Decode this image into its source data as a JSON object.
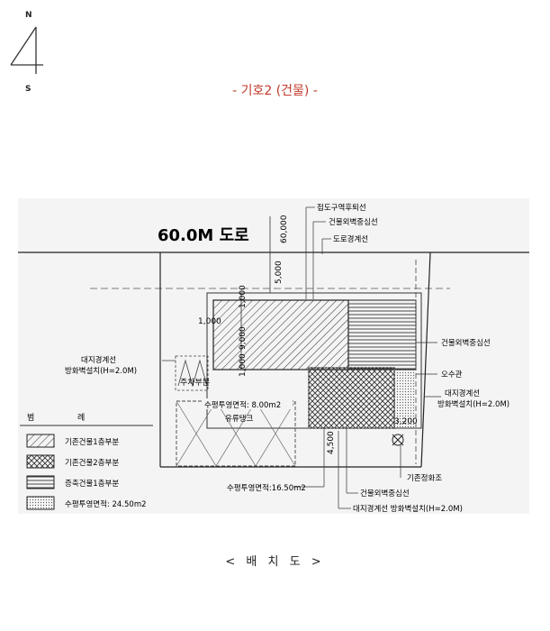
{
  "compass": {
    "north": "N",
    "south": "S"
  },
  "title": "- 기호2 (건물) -",
  "road": {
    "label": "60.0M 도로"
  },
  "dimensions": {
    "road_width": "60,000",
    "setback": "5,000",
    "top_gap": "1,000",
    "left_gap": "1,000",
    "building_depth": "9,000",
    "bottom_gap": "1,000",
    "right_span": "3,200",
    "lower_span": "4,500"
  },
  "labels": {
    "road_reserve_line": "접도구역후퇴선",
    "wall_center_line_top": "건물외벽중심선",
    "road_boundary": "도로경계선",
    "wall_center_line_right": "건물외벽중심선",
    "sewer_pipe": "오수관",
    "site_boundary_right_1": "대지경계선",
    "site_boundary_right_2": "방화벽설치(H=2.0M)",
    "site_boundary_left_1": "대지경계선",
    "site_boundary_left_2": "방화벽설치(H=2.0M)",
    "septic_tank": "기존정화조",
    "wall_center_line_bottom": "건물외벽중심선",
    "site_boundary_bottom": "대지경계선   방화벽설치(H=2.0M)",
    "parking": "주차부분",
    "horizontal_area_8": "수평투영면적: 8.00m2",
    "oil_tank": "유류탱크",
    "horizontal_area_16": "수평투영면적:16.50m2"
  },
  "legend": {
    "title_1": "범",
    "title_2": "례",
    "items": [
      {
        "label": "기존건물1층부분"
      },
      {
        "label": "기존건물2층부분"
      },
      {
        "label": "증축건물1층부분"
      },
      {
        "label": "수평투영면적: 24.50m2"
      }
    ]
  },
  "caption": "< 배   치   도 >"
}
